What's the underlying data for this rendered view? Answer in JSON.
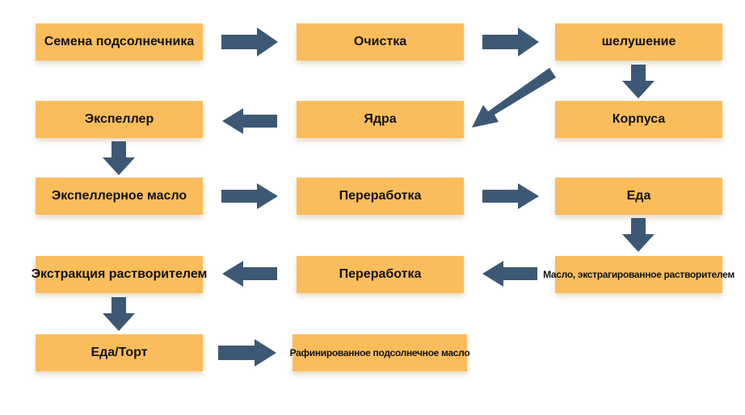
{
  "colors": {
    "box_fill": "#fbbd5c",
    "arrow_fill": "#3d5875",
    "text": "#111111",
    "background": "#ffffff"
  },
  "nodes": {
    "sunflower_seeds": "Семена подсолнечника",
    "cleaning": "Очистка",
    "dehulling": "шелушение",
    "expeller": "Экспеллер",
    "kernels": "Ядра",
    "hulls": "Корпуса",
    "expeller_oil": "Экспеллерное масло",
    "processing_1": "Переработка",
    "meal": "Еда",
    "solvent_extraction": "Экстракция растворителем",
    "processing_2": "Переработка",
    "solvent_extracted_oil": "Масло, экстрагированное растворителем",
    "meal_cake": "Еда/Торт",
    "refined_oil": "Рафинированное подсолнечное масло"
  },
  "edges": [
    [
      "sunflower_seeds",
      "cleaning"
    ],
    [
      "cleaning",
      "dehulling"
    ],
    [
      "dehulling",
      "kernels"
    ],
    [
      "dehulling",
      "hulls"
    ],
    [
      "kernels",
      "expeller"
    ],
    [
      "expeller",
      "expeller_oil"
    ],
    [
      "expeller_oil",
      "processing_1"
    ],
    [
      "processing_1",
      "meal"
    ],
    [
      "meal",
      "solvent_extracted_oil"
    ],
    [
      "solvent_extracted_oil",
      "processing_2"
    ],
    [
      "processing_2",
      "solvent_extraction"
    ],
    [
      "solvent_extraction",
      "meal_cake"
    ],
    [
      "meal_cake",
      "refined_oil"
    ]
  ]
}
